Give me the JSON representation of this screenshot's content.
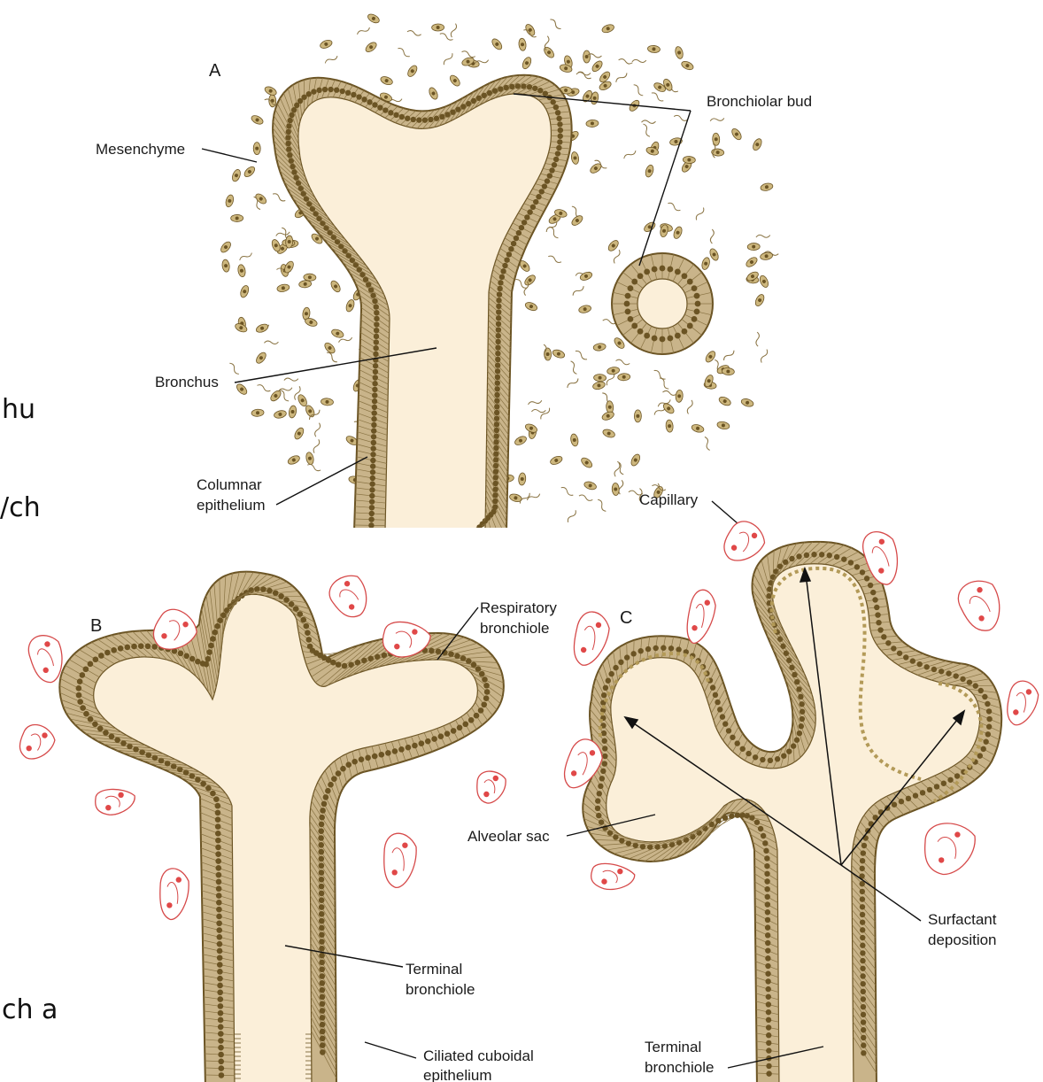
{
  "slide_text_fragments": [
    "hu",
    "/ch",
    "ch a"
  ],
  "panels": {
    "a": "A",
    "b": "B",
    "c": "C"
  },
  "labels": {
    "mesenchyme": "Mesenchyme",
    "bronchiolar_bud": "Bronchiolar bud",
    "bronchus": "Bronchus",
    "columnar_epithelium": [
      "Columnar",
      "epithelium"
    ],
    "capillary": "Capillary",
    "respiratory_bronchiole": [
      "Respiratory",
      "bronchiole"
    ],
    "alveolar_sac": "Alveolar sac",
    "surfactant_deposition": [
      "Surfactant",
      "deposition"
    ],
    "terminal_bronchiole_b": [
      "Terminal",
      "bronchiole"
    ],
    "ciliated_cuboidal_epithelium": [
      "Ciliated cuboidal",
      "epithelium"
    ],
    "terminal_bronchiole_c": [
      "Terminal",
      "bronchiole"
    ]
  },
  "colors": {
    "lumen": "#fbefd9",
    "epithelium": "#c9b48a",
    "nucleus": "#6b5424",
    "mesenchyme_cell": "#a88c47",
    "capillary_outline": "#d64a4a",
    "blood_cell": "#e04848",
    "surfactant": "#b39a58"
  }
}
